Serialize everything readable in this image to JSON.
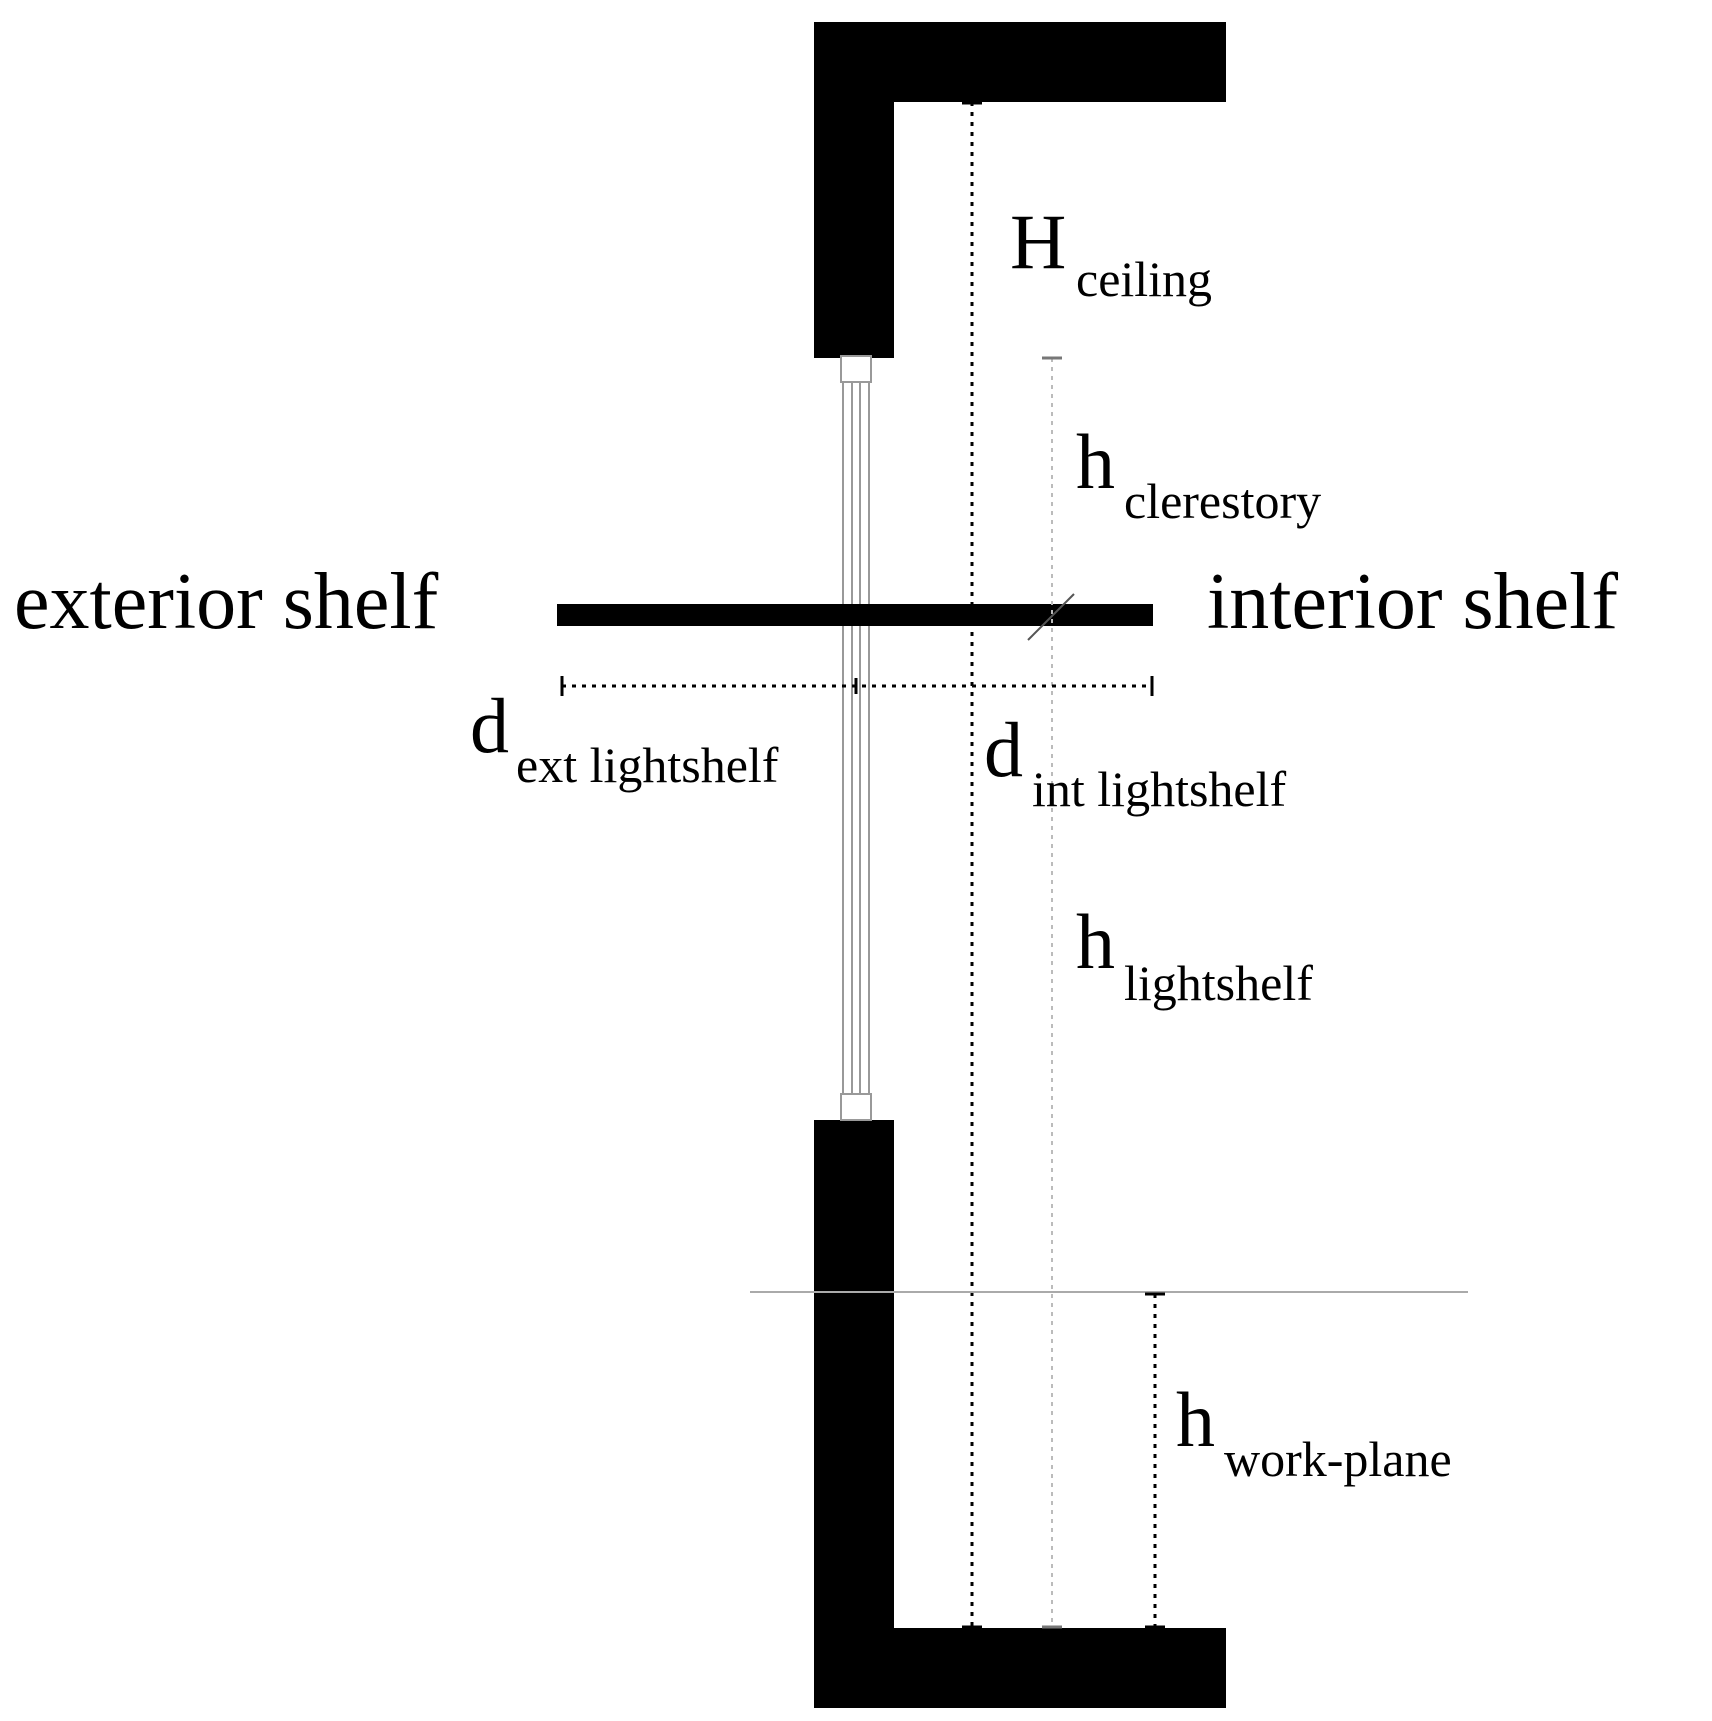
{
  "labels": {
    "exterior_shelf": "exterior shelf",
    "interior_shelf": "interior shelf"
  },
  "dimensions": {
    "ceiling": {
      "main": "H",
      "sub": "ceiling"
    },
    "clerestory": {
      "main": "h",
      "sub": "clerestory"
    },
    "ext_lightshelf": {
      "main": "d",
      "sub": "ext lightshelf"
    },
    "int_lightshelf": {
      "main": "d",
      "sub": "int lightshelf"
    },
    "lightshelf": {
      "main": "h",
      "sub": "lightshelf"
    },
    "work_plane": {
      "main": "h",
      "sub": "work-plane"
    }
  },
  "colors": {
    "wall": "#000000",
    "glazing": "#999999",
    "dim_line_dark": "#000000",
    "dim_line_light": "#bbbbbb",
    "work_plane_line": "#aaaaaa"
  }
}
